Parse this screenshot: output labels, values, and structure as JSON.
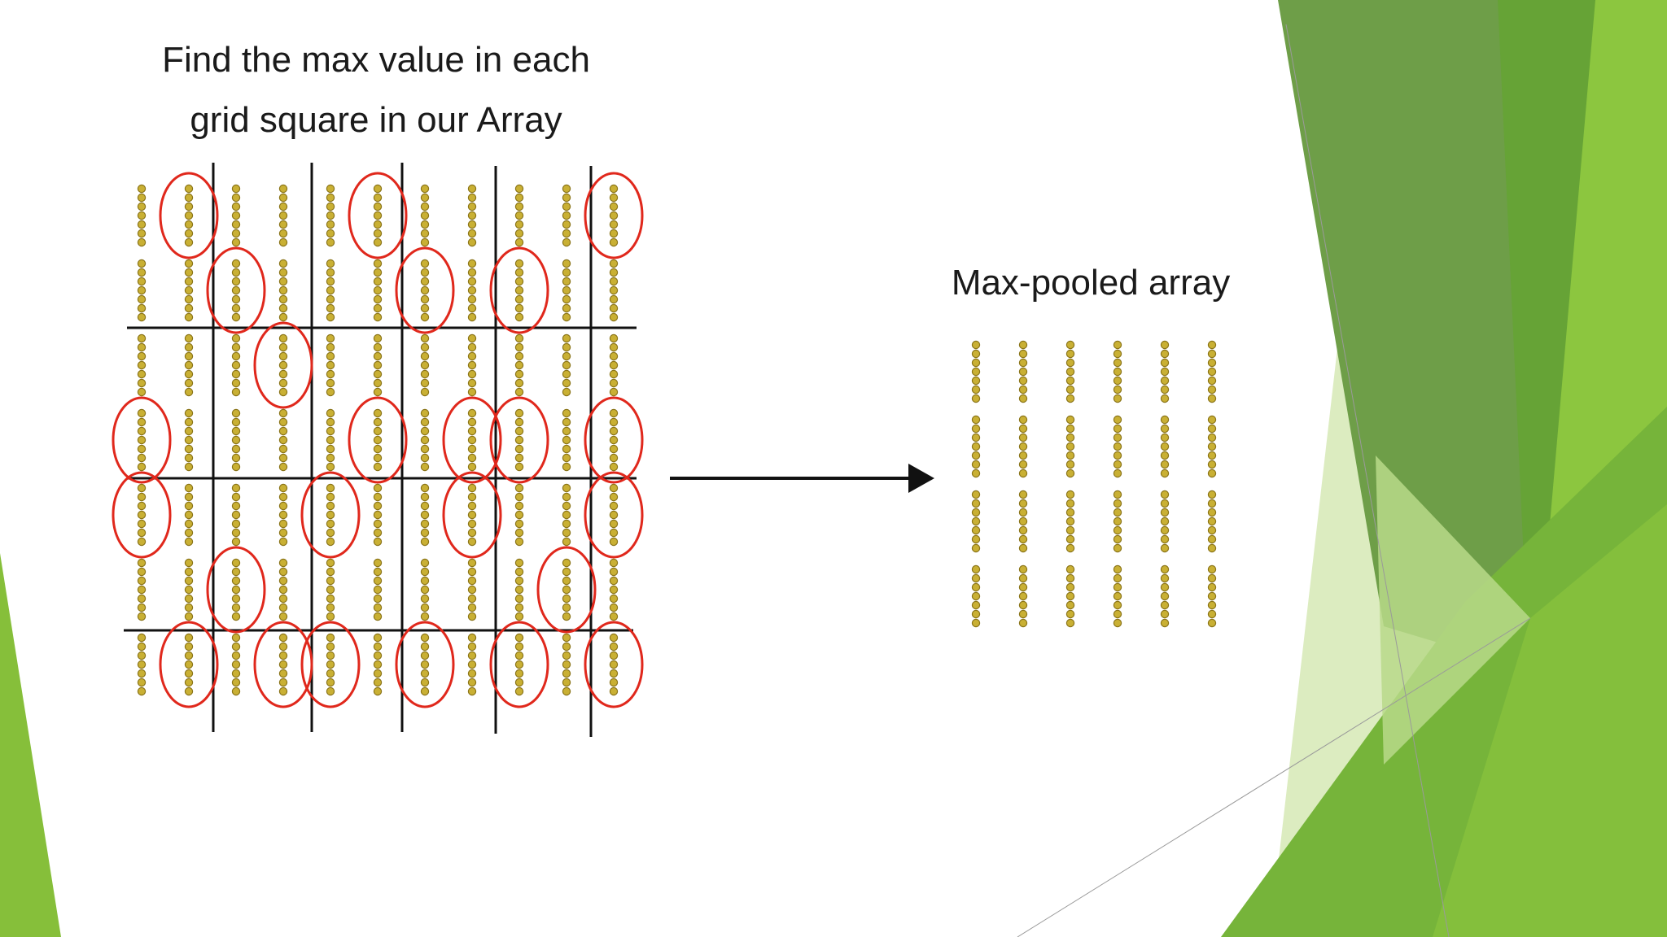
{
  "slide": {
    "left_title_line1": "Find the max value in each",
    "left_title_line2": "grid square in our Array",
    "right_title": "Max-pooled array"
  },
  "input_array": {
    "rows": 7,
    "cols": 11,
    "note": ""
  },
  "pooled_array": {
    "rows": 4,
    "cols": 6
  },
  "highlighted_cells": [
    [
      0,
      1
    ],
    [
      0,
      5
    ],
    [
      0,
      10
    ],
    [
      1,
      2
    ],
    [
      1,
      6
    ],
    [
      1,
      8
    ],
    [
      2,
      3
    ],
    [
      3,
      0
    ],
    [
      3,
      5
    ],
    [
      3,
      7
    ],
    [
      3,
      8
    ],
    [
      3,
      10
    ],
    [
      4,
      0
    ],
    [
      4,
      4
    ],
    [
      4,
      7
    ],
    [
      4,
      10
    ],
    [
      5,
      2
    ],
    [
      5,
      9
    ],
    [
      6,
      1
    ],
    [
      6,
      3
    ],
    [
      6,
      4
    ],
    [
      6,
      6
    ],
    [
      6,
      8
    ],
    [
      6,
      10
    ]
  ],
  "colors": {
    "value_dot": "#c9b034",
    "value_dot_stroke": "#8a7418",
    "highlight_circle": "#e0281c",
    "grid_line": "#111111",
    "arrow": "#111111",
    "green_dark": "#5f9a3c",
    "green_mid": "#76b43a",
    "green_bright": "#8cc63f",
    "green_light": "#cfe6a8"
  }
}
